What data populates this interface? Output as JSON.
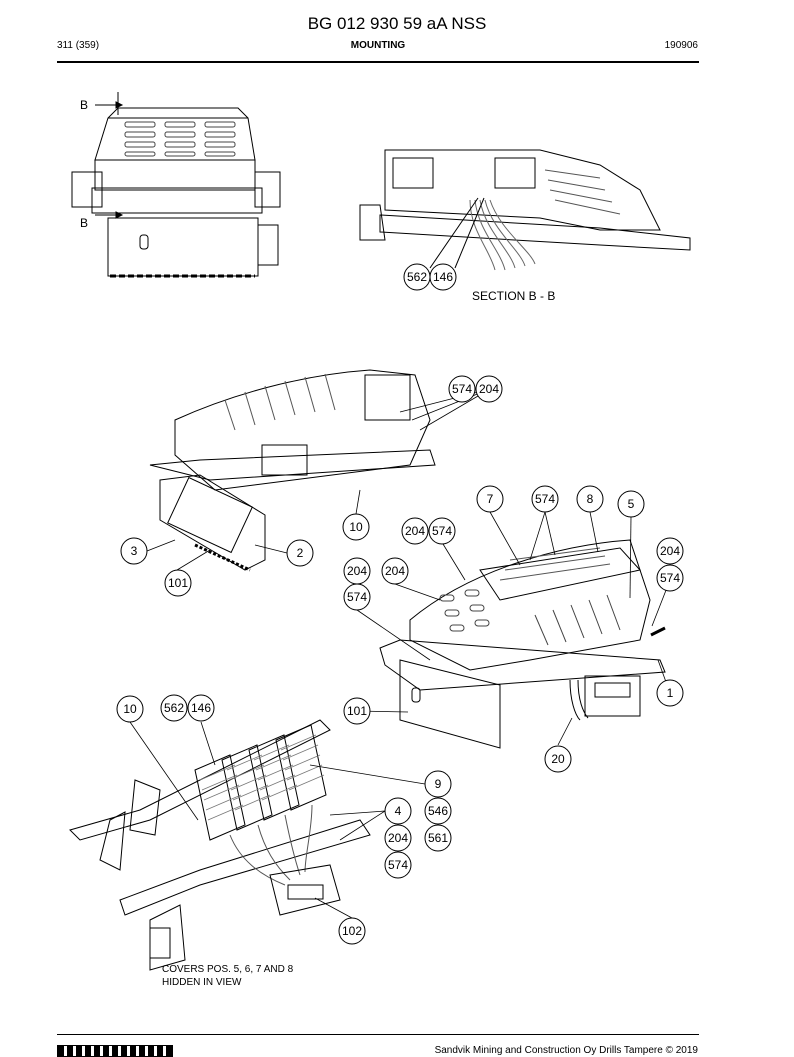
{
  "header": {
    "doc_title": "BG 012 930 59 aA NSS",
    "page": "311 (359)",
    "section": "MOUNTING",
    "date": "190906"
  },
  "section_view": {
    "marker_top": "B",
    "marker_bottom": "B",
    "label": "SECTION B - B"
  },
  "note": {
    "line1": "COVERS POS. 5, 6, 7 AND 8",
    "line2": "HIDDEN IN VIEW"
  },
  "callouts": {
    "c562a": "562",
    "c146a": "146",
    "c574a": "574",
    "c204a": "204",
    "c7": "7",
    "c574b": "574",
    "c8": "8",
    "c5": "5",
    "c10a": "10",
    "c204b": "204",
    "c574c": "574",
    "c3": "3",
    "c2": "2",
    "c101a": "101",
    "c204c": "204",
    "c204d": "204",
    "c574d": "574",
    "c204e": "204",
    "c574e": "574",
    "c1": "1",
    "c10b": "10",
    "c562b": "562",
    "c146b": "146",
    "c101b": "101",
    "c20": "20",
    "c9": "9",
    "c4": "4",
    "c546": "546",
    "c204f": "204",
    "c561": "561",
    "c574f": "574",
    "c102": "102"
  },
  "footer": {
    "copyright": "Sandvik Mining and Construction Oy Drills Tampere © 2019"
  }
}
